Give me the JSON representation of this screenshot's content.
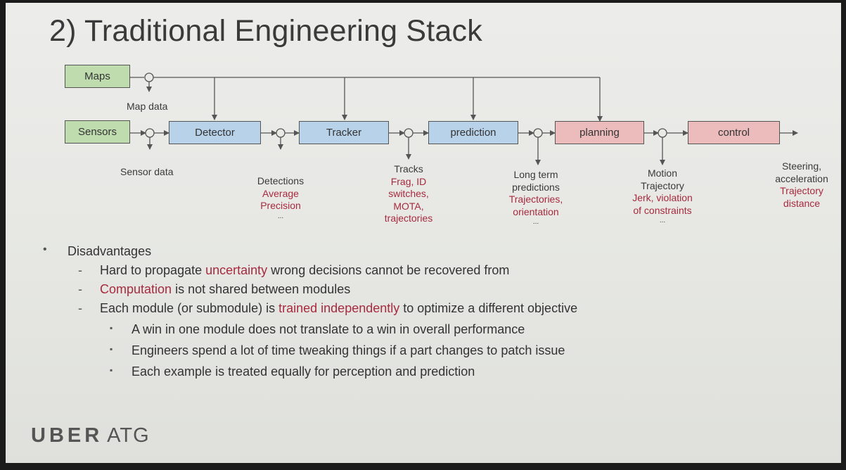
{
  "title": "2) Traditional Engineering Stack",
  "diagram": {
    "boxes": {
      "maps": "Maps",
      "sensors": "Sensors",
      "detector": "Detector",
      "tracker": "Tracker",
      "prediction": "prediction",
      "planning": "planning",
      "control": "control"
    },
    "labels": {
      "map_data": "Map data",
      "sensor_data": "Sensor data",
      "detections": [
        "Detections",
        "Average",
        "Precision",
        "..."
      ],
      "tracks": [
        "Tracks",
        "Frag, ID",
        "switches,",
        "MOTA,",
        "trajectories"
      ],
      "long_term": [
        "Long term",
        "predictions",
        "Trajectories,",
        "orientation",
        "..."
      ],
      "motion": [
        "Motion",
        "Trajectory",
        "Jerk, violation",
        "of constraints",
        "..."
      ],
      "steering": [
        "Steering,",
        "acceleration",
        "Trajectory",
        "distance"
      ]
    },
    "colors": {
      "green_box": "#bfdcaf",
      "blue_box": "#b8d2ea",
      "pink_box": "#ecbcbd",
      "highlight_text": "#a72a3e"
    }
  },
  "bullets": {
    "heading": "Disadvantages",
    "item1": {
      "pre": "Hard to propagate ",
      "red": "uncertainty",
      "post": " wrong decisions cannot be recovered from"
    },
    "item2": {
      "red": "Computation",
      "post": " is not shared between modules"
    },
    "item3": {
      "pre": "Each module (or submodule) is ",
      "red": "trained independently",
      "post": " to optimize a different objective"
    },
    "sub1": "A win in one module does not translate to a win in overall performance",
    "sub2": "Engineers spend a lot of time tweaking things if a part changes to patch issue",
    "sub3": "Each example is treated equally for perception and prediction"
  },
  "logo": {
    "brand": "UBER",
    "suffix": "ATG"
  }
}
